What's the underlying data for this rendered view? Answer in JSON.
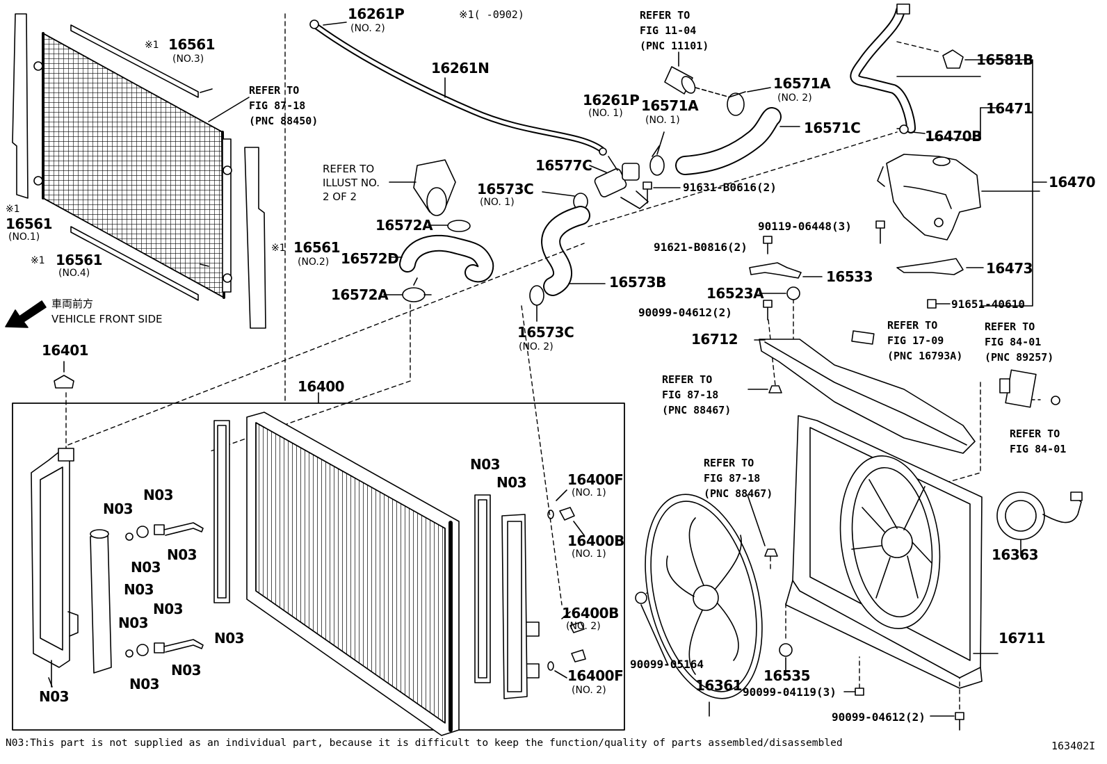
{
  "header_note": "※1(      -0902)",
  "diagram_id": "163402I",
  "footer_note": "N03:This part is not supplied as an individual part, because it is difficult to keep the function/quality of parts assembled/disassembled",
  "vehicle_front": {
    "jp": "車両前方",
    "en": "VEHICLE FRONT SIDE"
  },
  "labels": {
    "p16261P_2": "16261P",
    "p16261P_2_sub": "(NO. 2)",
    "p16261N": "16261N",
    "p16261P_1": "16261P",
    "p16261P_1_sub": "(NO. 1)",
    "ref_11_04_a": "REFER TO",
    "ref_11_04_b": "FIG 11-04",
    "ref_11_04_c": "(PNC 11101)",
    "p16571A_2": "16571A",
    "p16571A_2_sub": "(NO. 2)",
    "p16571A_1": "16571A",
    "p16571A_1_sub": "(NO. 1)",
    "p16571C": "16571C",
    "p16577C": "16577C",
    "p91631": "91631-B0616(2)",
    "p16573C_1": "16573C",
    "p16573C_1_sub": "(NO. 1)",
    "ref_illust_a": "REFER TO",
    "ref_illust_b": "ILLUST NO.",
    "ref_illust_c": "2 OF 2",
    "p16572A_top": "16572A",
    "p16572D": "16572D",
    "p16572A_bot": "16572A",
    "p16573B": "16573B",
    "p16573C_2": "16573C",
    "p16573C_2_sub": "(NO. 2)",
    "p16561_3": "16561",
    "p16561_3_sub": "(NO.3)",
    "p16561_3_mark": "※1",
    "ref_87_18_a": "REFER TO",
    "ref_87_18_b": "FIG 87-18",
    "ref_87_18_c": "(PNC 88450)",
    "p16561_1": "16561",
    "p16561_1_sub": "(NO.1)",
    "p16561_1_mark": "※1",
    "p16561_4": "16561",
    "p16561_4_sub": "(NO.4)",
    "p16561_4_mark": "※1",
    "p16561_2": "16561",
    "p16561_2_sub": "(NO.2)",
    "p16561_2_mark": "※1",
    "p16401": "16401",
    "p16400": "16400",
    "p16581B": "16581B",
    "p16471": "16471",
    "p16470B": "16470B",
    "p16470": "16470",
    "p90119": "90119-06448(3)",
    "p91621": "91621-B0816(2)",
    "p16533": "16533",
    "p16473": "16473",
    "p16523A": "16523A",
    "p91651": "91651-40610",
    "p90099_04612_top": "90099-04612(2)",
    "p16712": "16712",
    "ref_17_09_a": "REFER TO",
    "ref_17_09_b": "FIG 17-09",
    "ref_17_09_c": "(PNC 16793A)",
    "ref_84_01a_a": "REFER TO",
    "ref_84_01a_b": "FIG 84-01",
    "ref_84_01a_c": "(PNC 89257)",
    "ref_88467a_a": "REFER TO",
    "ref_88467a_b": "FIG 87-18",
    "ref_88467a_c": "(PNC 88467)",
    "ref_84_01b_a": "REFER TO",
    "ref_84_01b_b": "FIG 84-01",
    "ref_88467b_a": "REFER TO",
    "ref_88467b_b": "FIG 87-18",
    "ref_88467b_c": "(PNC 88467)",
    "p16363": "16363",
    "p16711": "16711",
    "p90099_05164": "90099-05164",
    "p16361": "16361",
    "p16535": "16535",
    "p90099_04119": "90099-04119(3)",
    "p90099_04612_bot": "90099-04612(2)",
    "p16400F_1": "16400F",
    "p16400F_1_sub": "(NO. 1)",
    "p16400B_1": "16400B",
    "p16400B_1_sub": "(NO. 1)",
    "p16400B_2": "16400B",
    "p16400B_2_sub": "(NO. 2)",
    "p16400F_2": "16400F",
    "p16400F_2_sub": "(NO. 2)",
    "n03": "N03"
  }
}
